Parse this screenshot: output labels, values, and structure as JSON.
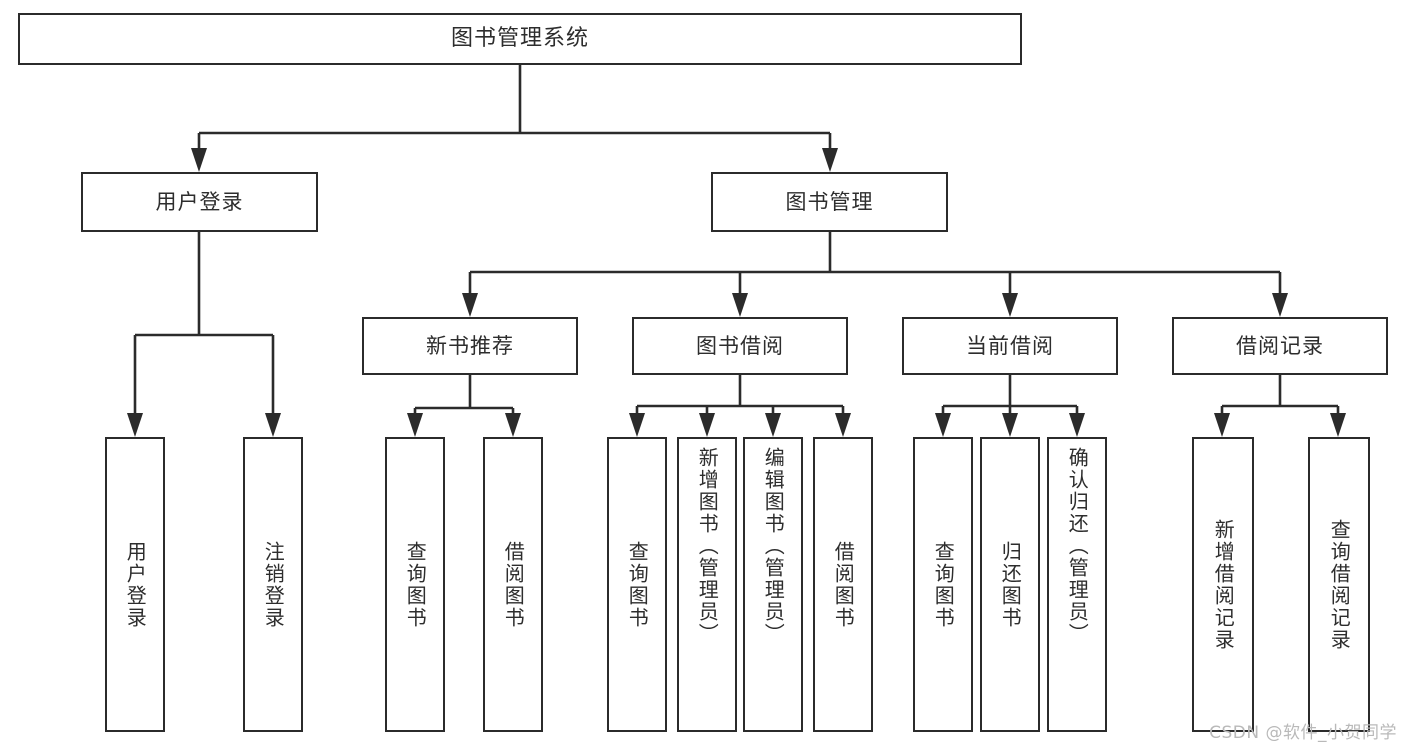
{
  "diagram": {
    "title": "图书管理系统",
    "watermark": "CSDN @软件_小贺同学",
    "root": {
      "id": "root",
      "label": "图书管理系统"
    },
    "level2": [
      {
        "id": "user-login",
        "label": "用户登录"
      },
      {
        "id": "book-manage",
        "label": "图书管理"
      }
    ],
    "level3": [
      {
        "id": "new-book-recommend",
        "label": "新书推荐"
      },
      {
        "id": "book-borrow",
        "label": "图书借阅"
      },
      {
        "id": "current-borrow",
        "label": "当前借阅"
      },
      {
        "id": "borrow-record",
        "label": "借阅记录"
      }
    ],
    "leaves": {
      "user_login": [
        {
          "id": "leaf-user-login",
          "label": "用户登录"
        },
        {
          "id": "leaf-logout-login",
          "label": "注销登录"
        }
      ],
      "new_book_recommend": [
        {
          "id": "leaf-query-book-1",
          "label": "查询图书"
        },
        {
          "id": "leaf-borrow-book-1",
          "label": "借阅图书"
        }
      ],
      "book_borrow": [
        {
          "id": "leaf-query-book-2",
          "label": "查询图书"
        },
        {
          "id": "leaf-add-book",
          "label": "新增图书（管理员）"
        },
        {
          "id": "leaf-edit-book",
          "label": "编辑图书（管理员）"
        },
        {
          "id": "leaf-borrow-book-2",
          "label": "借阅图书"
        }
      ],
      "current_borrow": [
        {
          "id": "leaf-query-book-3",
          "label": "查询图书"
        },
        {
          "id": "leaf-return-book",
          "label": "归还图书"
        },
        {
          "id": "leaf-confirm-return",
          "label": "确认归还（管理员）"
        }
      ],
      "borrow_record": [
        {
          "id": "leaf-add-record",
          "label": "新增借阅记录"
        },
        {
          "id": "leaf-query-record",
          "label": "查询借阅记录"
        }
      ]
    },
    "colors": {
      "stroke": "#2b2b2b",
      "box_fill": "#ffffff",
      "text": "#2d2d2d",
      "watermark": "#b9b9b9",
      "background": "#ffffff"
    }
  }
}
